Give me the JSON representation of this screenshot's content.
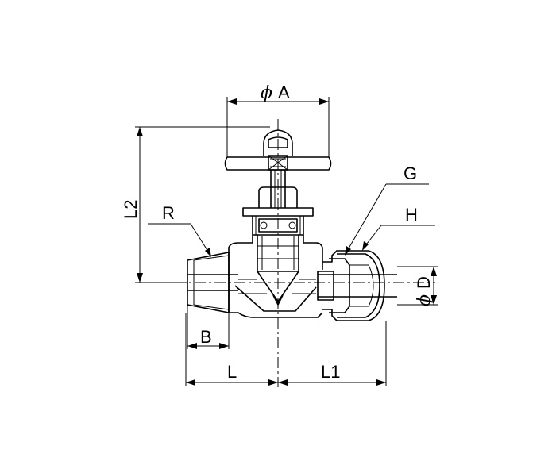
{
  "drawing": {
    "labels": {
      "phi_a": "A",
      "phi_d": "D",
      "phi_symbol": "ϕ",
      "g": "G",
      "h": "H",
      "r": "R",
      "l2": "L2",
      "b": "B",
      "l": "L",
      "l1": "L1"
    },
    "colors": {
      "line": "#000000",
      "background": "#ffffff"
    }
  }
}
